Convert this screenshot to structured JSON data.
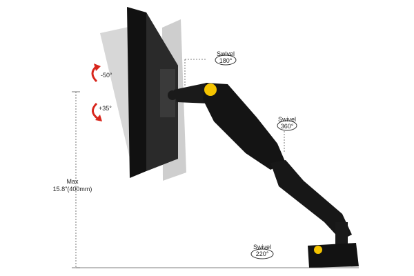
{
  "tilt": {
    "up": "-50°",
    "down": "+35°"
  },
  "height": {
    "line1": "Max",
    "line2": "15.8\"(400mm)"
  },
  "swivels": [
    {
      "label": "Swivel",
      "degrees": "180°"
    },
    {
      "label": "Swivel",
      "degrees": "360°"
    },
    {
      "label": "Swivel",
      "degrees": "220°"
    }
  ],
  "colors": {
    "arrow": "#d8261c",
    "arm": "#1a1a1a",
    "badge": "#f5c400",
    "ghost": "#bdbdbd"
  }
}
